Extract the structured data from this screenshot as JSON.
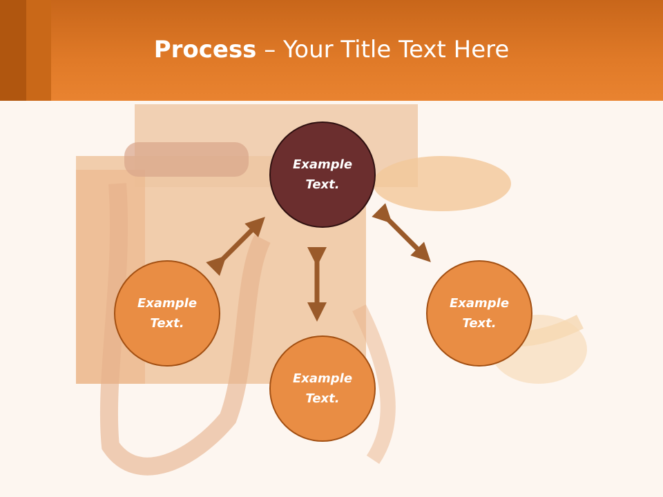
{
  "title": {
    "bold": "Process",
    "rest": " – Your Title Text Here"
  },
  "nodes": {
    "top": "Example\nText.",
    "left": "Example\nText.",
    "right": "Example\nText.",
    "bottom": "Example\nText."
  },
  "colors": {
    "header": "#e07a28",
    "node_fill": "#e98d44",
    "center_fill": "#6b2e2e",
    "arrow": "#9a5a2a"
  }
}
